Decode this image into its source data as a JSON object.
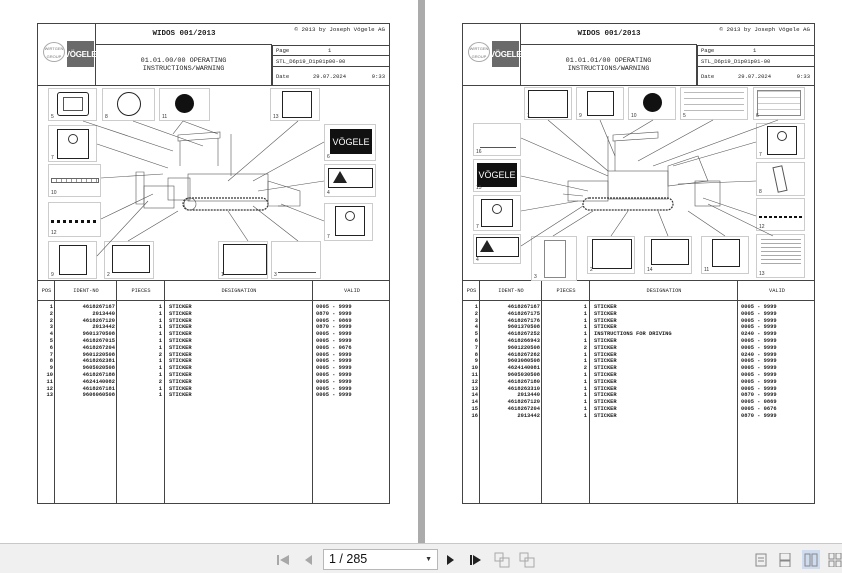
{
  "pages": [
    {
      "header": {
        "logos": [
          "WIRTGEN GROUP",
          "VÖGELE"
        ],
        "title": "WIDOS 001/2013",
        "copyright": "© 2013 by Joseph Vögele AG",
        "description_line1": "01.01.00/00 OPERATING",
        "description_line2": "INSTRUCTIONS/WARNING",
        "page_label": "Page",
        "page_value": "1",
        "doc_code": "STL_D6p19_D1p01p00-00",
        "date_label": "Date",
        "date_value": "29.07.2024",
        "time_value": "9:33"
      },
      "figure": {
        "callouts": [
          "5",
          "8",
          "11",
          "13",
          "7",
          "6",
          "10",
          "4",
          "12",
          "7",
          "9",
          "2",
          "1",
          "3"
        ],
        "vogele_tile_text": "VÖGELE"
      },
      "table": {
        "columns": [
          "POS",
          "IDENT-NO",
          "PIECES",
          "DESIGNATION",
          "VALID"
        ],
        "rows": [
          [
            "1",
            "4618267167",
            "1",
            "STICKER",
            "0005 - 9999"
          ],
          [
            "2",
            "2013440",
            "1",
            "STICKER",
            "0870 - 9999"
          ],
          [
            "2",
            "4618267120",
            "1",
            "STICKER",
            "0005 - 0869"
          ],
          [
            "3",
            "2013442",
            "1",
            "STICKER",
            "0870 - 9999"
          ],
          [
            "4",
            "9601370508",
            "1",
            "STICKER",
            "0005 - 9999"
          ],
          [
            "5",
            "4618267015",
            "1",
            "STICKER",
            "0005 - 9999"
          ],
          [
            "6",
            "4618267204",
            "1",
            "STICKER",
            "0005 - 0676"
          ],
          [
            "7",
            "9601220508",
            "2",
            "STICKER",
            "0005 - 9999"
          ],
          [
            "8",
            "4618262381",
            "1",
            "STICKER",
            "0005 - 9999"
          ],
          [
            "9",
            "9605020508",
            "1",
            "STICKER",
            "0005 - 9999"
          ],
          [
            "10",
            "4618267188",
            "1",
            "STICKER",
            "0005 - 9999"
          ],
          [
            "11",
            "4624140082",
            "2",
            "STICKER",
            "0005 - 9999"
          ],
          [
            "12",
            "4618267181",
            "1",
            "STICKER",
            "0005 - 9999"
          ],
          [
            "13",
            "9606060508",
            "1",
            "STICKER",
            "0005 - 9999"
          ]
        ]
      }
    },
    {
      "header": {
        "logos": [
          "WIRTGEN GROUP",
          "VÖGELE"
        ],
        "title": "WIDOS 001/2013",
        "copyright": "© 2013 by Joseph Vögele AG",
        "description_line1": "01.01.01/00 OPERATING",
        "description_line2": "INSTRUCTIONS/WARNING",
        "page_label": "Page",
        "page_value": "1",
        "doc_code": "STL_D6p19_D1p01p01-00",
        "date_label": "Date",
        "date_value": "29.07.2024",
        "time_value": "9:33"
      },
      "figure": {
        "callouts": [
          "1",
          "9",
          "10",
          "5",
          "6",
          "16",
          "7",
          "15",
          "8",
          "7",
          "12",
          "4",
          "3",
          "2",
          "14",
          "11",
          "13"
        ],
        "vogele_tile_text": "VÖGELE"
      },
      "table": {
        "columns": [
          "POS",
          "IDENT-NO",
          "PIECES",
          "DESIGNATION",
          "VALID"
        ],
        "rows": [
          [
            "1",
            "4618267167",
            "1",
            "STICKER",
            "0005 - 9999"
          ],
          [
            "2",
            "4618267175",
            "1",
            "STICKER",
            "0005 - 9999"
          ],
          [
            "3",
            "4618267176",
            "1",
            "STICKER",
            "0005 - 9999"
          ],
          [
            "4",
            "9601370508",
            "1",
            "STICKER",
            "0005 - 9999"
          ],
          [
            "5",
            "4618267252",
            "1",
            "INSTRUCTIONS FOR DRIVING",
            "0240 - 9999"
          ],
          [
            "6",
            "4618266943",
            "1",
            "STICKER",
            "0005 - 9999"
          ],
          [
            "7",
            "9601220508",
            "2",
            "STICKER",
            "0005 - 9999"
          ],
          [
            "8",
            "4618267262",
            "1",
            "STICKER",
            "0240 - 9999"
          ],
          [
            "9",
            "9603080508",
            "1",
            "STICKER",
            "0005 - 9999"
          ],
          [
            "10",
            "4624140081",
            "2",
            "STICKER",
            "0005 - 9999"
          ],
          [
            "11",
            "9605030508",
            "1",
            "STICKER",
            "0005 - 9999"
          ],
          [
            "12",
            "4618267180",
            "1",
            "STICKER",
            "0005 - 9999"
          ],
          [
            "13",
            "4618263310",
            "1",
            "STICKER",
            "0005 - 9999"
          ],
          [
            "14",
            "2013440",
            "1",
            "STICKER",
            "0870 - 9999"
          ],
          [
            "14",
            "4618267120",
            "1",
            "STICKER",
            "0005 - 0869"
          ],
          [
            "15",
            "4618267204",
            "1",
            "STICKER",
            "0005 - 0676"
          ],
          [
            "16",
            "2013442",
            "1",
            "STICKER",
            "0870 - 9999"
          ]
        ]
      }
    }
  ],
  "toolbar": {
    "first_page_icon": "double-chevron-left-icon",
    "prev_page_icon": "triangle-left-icon",
    "page_indicator": "1 / 285",
    "next_page_icon": "triangle-right-icon",
    "last_page_icon": "double-chevron-right-icon",
    "view_modes": [
      "single-page",
      "continuous",
      "two-page",
      "two-page-continuous"
    ],
    "active_view_mode": "two-page"
  }
}
